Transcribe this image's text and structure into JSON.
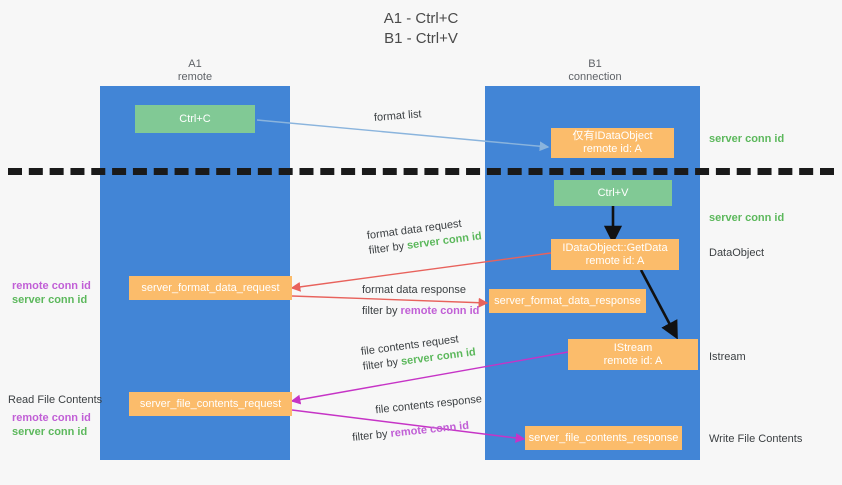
{
  "title": {
    "line1": "A1 - Ctrl+C",
    "line2": "B1 - Ctrl+V"
  },
  "columns": [
    {
      "name": "A1",
      "sub": "remote"
    },
    {
      "name": "B1",
      "sub": "connection"
    }
  ],
  "nodes": {
    "ctrl_c": "Ctrl+C",
    "ctrl_v": "Ctrl+V",
    "idataobject_title": "仅有IDataObject",
    "idataobject_sub": "remote id: A",
    "getdata_title": "IDataObject::GetData",
    "getdata_sub": "remote id: A",
    "istream_title": "IStream",
    "istream_sub": "remote id: A",
    "server_format_data_request": "server_format_data_request",
    "server_format_data_response": "server_format_data_response",
    "server_file_contents_request": "server_file_contents_request",
    "server_file_contents_response": "server_file_contents_response"
  },
  "edge_labels": {
    "format_list": "format list",
    "format_data_request": "format data request",
    "format_data_request_filter_prefix": "filter by ",
    "format_data_request_filter_value": "server conn id",
    "format_data_response": "format data response",
    "format_data_response_filter_prefix": "filter by ",
    "format_data_response_filter_value": "remote conn id",
    "file_contents_request": "file contents request",
    "file_contents_request_filter_prefix": "filter by ",
    "file_contents_request_filter_value": "server conn id",
    "file_contents_response": "file contents response",
    "file_contents_response_filter_prefix": "filter by ",
    "file_contents_response_filter_value": "remote conn id"
  },
  "annotations": {
    "right_server_conn_id_top": "server conn id",
    "right_server_conn_id_mid": "server conn id",
    "right_dataobject": "DataObject",
    "right_istream": "Istream",
    "right_write_file_contents": "Write File Contents",
    "left_remote_conn_id_1": "remote conn id",
    "left_server_conn_id_1": "server conn id",
    "left_read_file_contents": "Read File Contents",
    "left_remote_conn_id_2": "remote conn id",
    "left_server_conn_id_2": "server conn id"
  },
  "colors": {
    "lane": "#4285d6",
    "green_node": "#81c995",
    "orange_node": "#fbbc6b",
    "green_text": "#5cb85c",
    "purple_text": "#c15fd6",
    "blue_arrow": "#8ab4dd",
    "red_arrow": "#e8625c",
    "magenta_arrow": "#c634c6",
    "black_arrow": "#1a1a1a"
  }
}
